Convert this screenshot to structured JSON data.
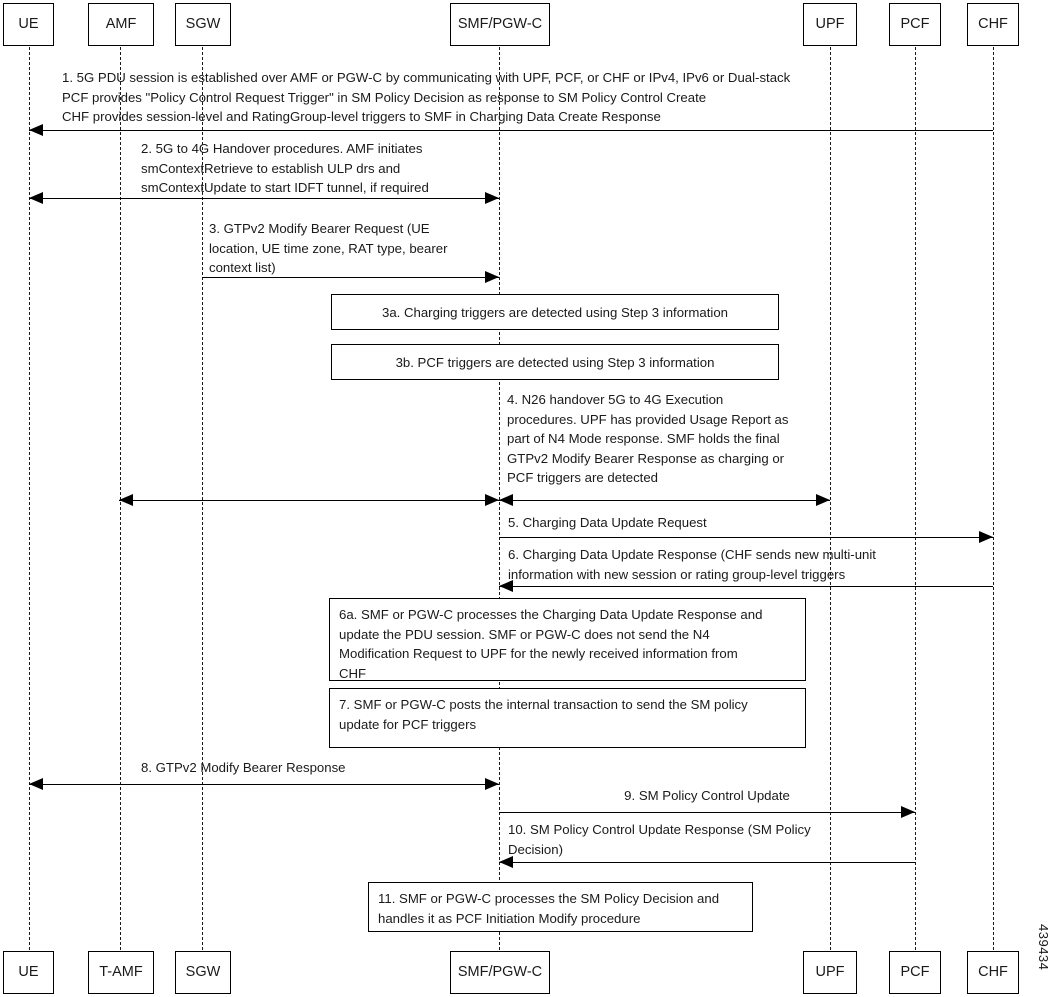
{
  "diagram": {
    "title": "5G to 4G handover with charging and PCF triggers sequence diagram",
    "doc_id": "439434",
    "accent_color": "#000000",
    "background_color": "#ffffff"
  },
  "actors_top": [
    {
      "id": "ue",
      "label": "UE"
    },
    {
      "id": "amf",
      "label": "AMF"
    },
    {
      "id": "sgw",
      "label": "SGW"
    },
    {
      "id": "smf",
      "label": "SMF/PGW-C"
    },
    {
      "id": "upf",
      "label": "UPF"
    },
    {
      "id": "pcf",
      "label": "PCF"
    },
    {
      "id": "chf",
      "label": "CHF"
    }
  ],
  "actors_bottom": [
    {
      "id": "ue",
      "label": "UE"
    },
    {
      "id": "amf",
      "label": "T-AMF"
    },
    {
      "id": "sgw",
      "label": "SGW"
    },
    {
      "id": "smf",
      "label": "SMF/PGW-C"
    },
    {
      "id": "upf",
      "label": "UPF"
    },
    {
      "id": "pcf",
      "label": "PCF"
    },
    {
      "id": "chf",
      "label": "CHF"
    }
  ],
  "messages": [
    {
      "id": "m1",
      "number": "1",
      "text": "1. 5G PDU session is established over AMF or PGW-C by communicating with UPF, PCF, or CHF or IPv4, IPv6 or Dual-stack\nPCF provides \"Policy Control Request Trigger\" in SM Policy Decision as response to SM Policy Control Create\nCHF provides session-level and RatingGroup-level triggers to SMF in Charging Data Create Response",
      "from": "chf",
      "to": "ue",
      "direction": "left"
    },
    {
      "id": "m2",
      "number": "2",
      "text": "2. 5G to 4G Handover procedures. AMF initiates\nsmContextRetrieve to establish ULP drs and\nsmContextUpdate to start IDFT tunnel, if required",
      "from": "ue",
      "to": "smf",
      "direction": "both"
    },
    {
      "id": "m3",
      "number": "3",
      "text": "3. GTPv2 Modify Bearer Request (UE\nlocation, UE time zone, RAT type, bearer\ncontext list)",
      "from": "sgw",
      "to": "smf",
      "direction": "right"
    },
    {
      "id": "m4",
      "number": "4",
      "text": "4. N26 handover 5G to 4G Execution\nprocedures. UPF has provided Usage Report as\npart of N4 Mode response. SMF holds the final\nGTPv2 Modify Bearer Response as charging or\nPCF triggers are detected",
      "from": "amf",
      "to": "upf",
      "direction": "both"
    },
    {
      "id": "m5",
      "number": "5",
      "text": "5. Charging Data Update Request",
      "from": "smf",
      "to": "chf",
      "direction": "right"
    },
    {
      "id": "m6",
      "number": "6",
      "text": "6. Charging Data Update Response (CHF sends new multi-unit\ninformation with new session or rating group-level triggers",
      "from": "chf",
      "to": "smf",
      "direction": "left"
    },
    {
      "id": "m8",
      "number": "8",
      "text": "8. GTPv2 Modify Bearer Response",
      "from": "ue",
      "to": "smf",
      "direction": "both"
    },
    {
      "id": "m9",
      "number": "9",
      "text": "9. SM Policy Control Update",
      "from": "smf",
      "to": "pcf",
      "direction": "right"
    },
    {
      "id": "m10",
      "number": "10",
      "text": "10. SM Policy Control Update Response (SM Policy\nDecision)",
      "from": "pcf",
      "to": "smf",
      "direction": "left"
    }
  ],
  "notes": [
    {
      "id": "n3a",
      "number": "3a",
      "text": "3a. Charging triggers are detected using Step 3 information",
      "align": "center"
    },
    {
      "id": "n3b",
      "number": "3b",
      "text": "3b. PCF triggers are detected using Step 3 information",
      "align": "center"
    },
    {
      "id": "n6a",
      "number": "6a",
      "text": "6a. SMF or PGW-C processes the Charging Data Update Response and\nupdate the PDU session. SMF or PGW-C does not send the N4\nModification Request to UPF for the newly received information from\nCHF",
      "align": "left"
    },
    {
      "id": "n7",
      "number": "7",
      "text": "7. SMF or PGW-C posts the internal transaction to send the SM policy\nupdate for PCF triggers",
      "align": "left"
    },
    {
      "id": "n11",
      "number": "11",
      "text": "11. SMF or PGW-C processes the SM Policy Decision and\nhandles it as PCF Initiation Modify procedure",
      "align": "left"
    }
  ]
}
